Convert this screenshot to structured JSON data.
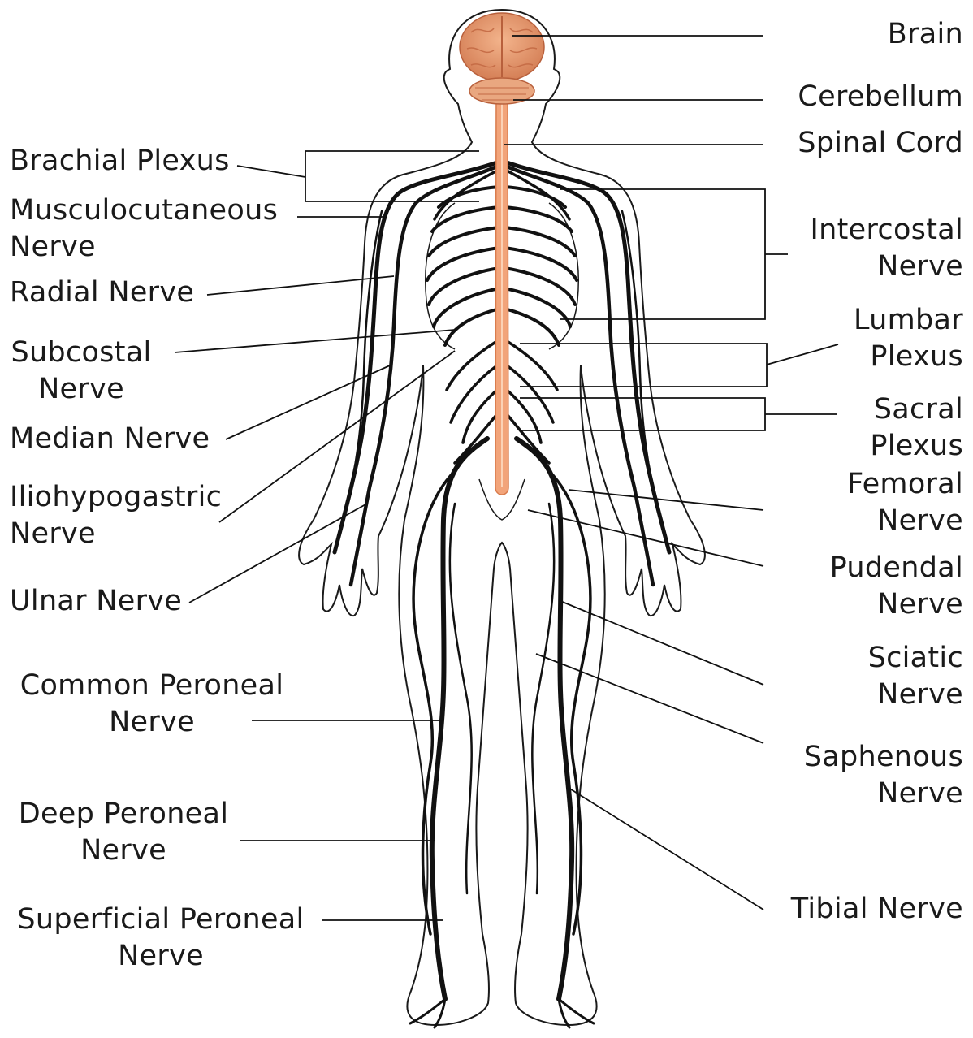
{
  "labels": {
    "brain": [
      "Brain"
    ],
    "cerebellum": [
      "Cerebellum"
    ],
    "spinal_cord": [
      "Spinal Cord"
    ],
    "intercostal": [
      "Intercostal",
      "Nerve"
    ],
    "lumbar": [
      "Lumbar",
      "Plexus"
    ],
    "sacral": [
      "Sacral",
      "Plexus"
    ],
    "femoral": [
      "Femoral",
      "Nerve"
    ],
    "pudendal": [
      "Pudendal",
      "Nerve"
    ],
    "sciatic": [
      "Sciatic",
      "Nerve"
    ],
    "saphenous": [
      "Saphenous",
      "Nerve"
    ],
    "tibial": [
      "Tibial Nerve"
    ],
    "brachial": [
      "Brachial Plexus"
    ],
    "musculocutaneous": [
      "Musculocutaneous",
      "Nerve"
    ],
    "radial": [
      "Radial Nerve"
    ],
    "subcostal": [
      "Subcostal",
      "Nerve"
    ],
    "median": [
      "Median Nerve"
    ],
    "iliohypogastric": [
      "Iliohypogastric",
      "Nerve"
    ],
    "ulnar": [
      "Ulnar Nerve"
    ],
    "common_peroneal": [
      "Common Peroneal",
      "Nerve"
    ],
    "deep_peroneal": [
      "Deep Peroneal",
      "Nerve"
    ],
    "superficial_peroneal": [
      "Superficial Peroneal",
      "Nerve"
    ]
  },
  "colors": {
    "nerve": "#111111",
    "outline": "#1a1a1a",
    "brain": "#e59a6e",
    "brain_dark": "#c9714a",
    "spinal_cord": "#f2a47a",
    "leader": "#111111"
  }
}
